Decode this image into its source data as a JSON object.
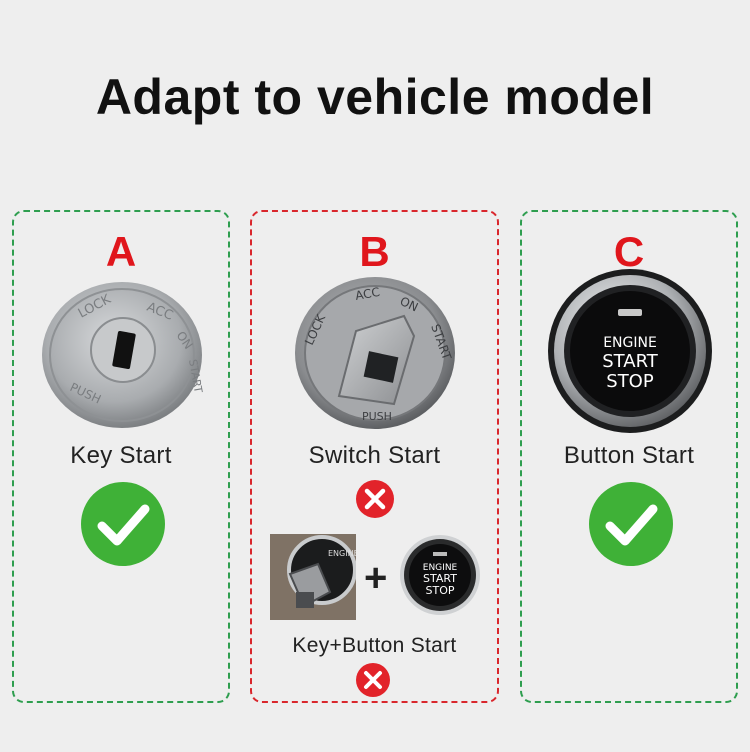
{
  "title": "Adapt to vehicle model",
  "panels": [
    {
      "letter": "A",
      "label": "Key Start",
      "status": "supported",
      "status_icon": "check-circle-icon"
    },
    {
      "letter": "B",
      "label": "Switch Start",
      "status": "not-supported",
      "status_icon": "cross-circle-icon",
      "secondary_label": "Key+Button Start",
      "secondary_status": "not-supported",
      "secondary_operator": "+"
    },
    {
      "letter": "C",
      "label": "Button Start",
      "status": "supported",
      "status_icon": "check-circle-icon"
    }
  ],
  "ignition_text": {
    "lock": "LOCK",
    "acc": "ACC",
    "on": "ON",
    "start": "START",
    "push": "PUSH"
  },
  "button_text": {
    "line1": "ENGINE",
    "line2": "START",
    "line3": "STOP"
  },
  "colors": {
    "check": "#3fb137",
    "cross": "#e2232a",
    "accent_letter": "#e0161c",
    "border_green": "#2e9e4f",
    "border_red": "#d9262c"
  }
}
